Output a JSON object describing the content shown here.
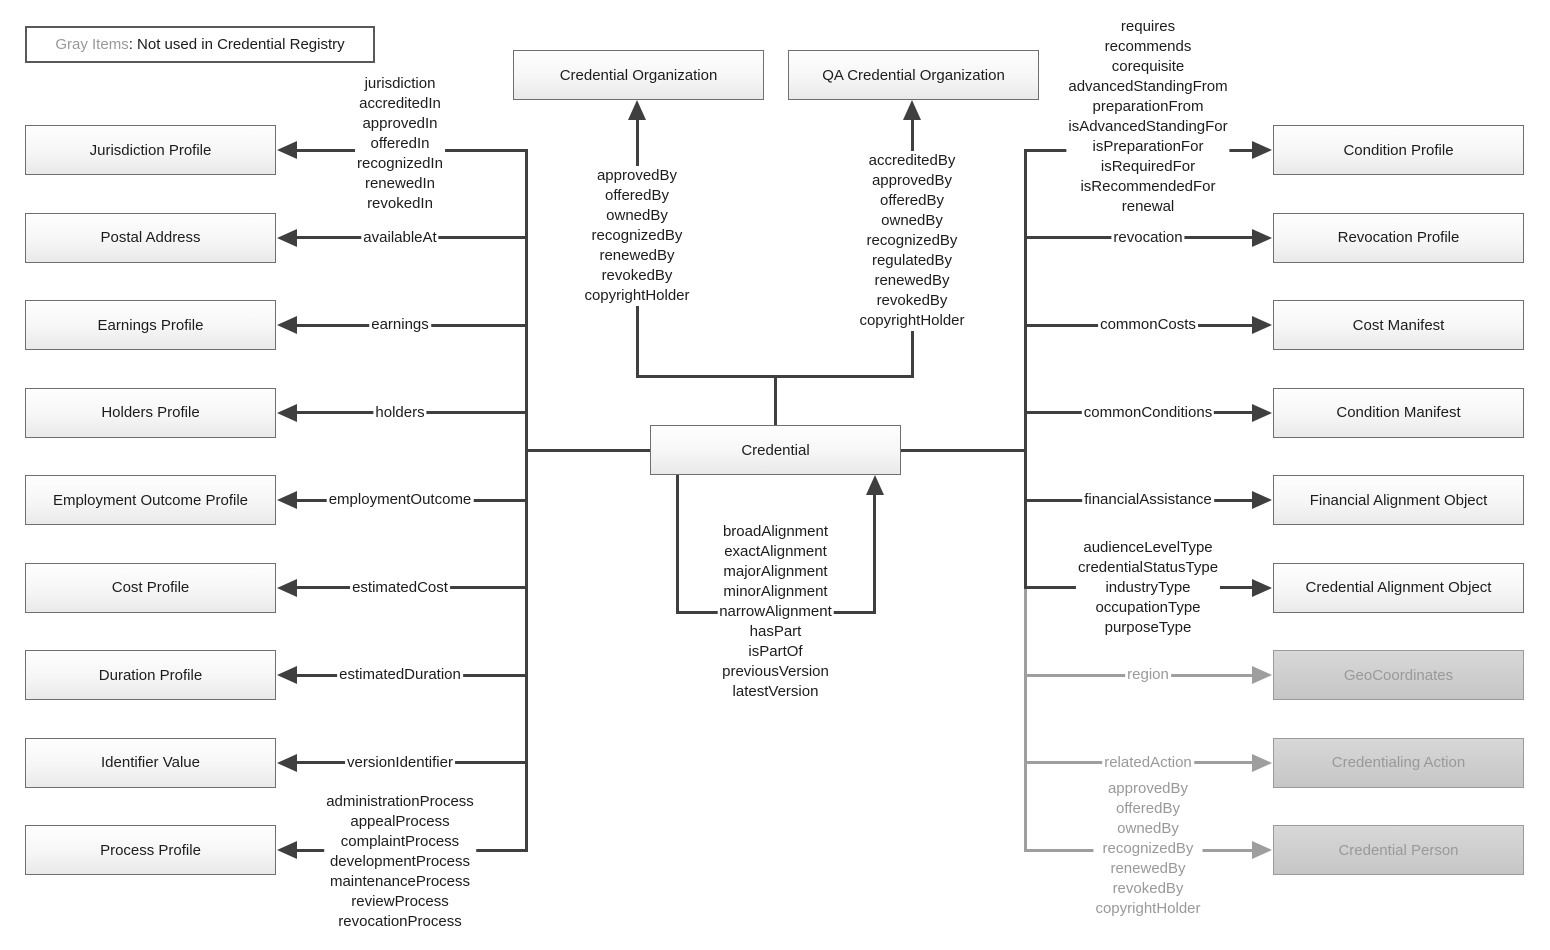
{
  "legend": {
    "gray_part": "Gray Items",
    "black_part": ": Not used in Credential Registry"
  },
  "center": {
    "credential": "Credential"
  },
  "top_links": [
    {
      "box": "Credential Organization",
      "labels": [
        "approvedBy",
        "offeredBy",
        "ownedBy",
        "recognizedBy",
        "renewedBy",
        "revokedBy",
        "copyrightHolder"
      ]
    },
    {
      "box": "QA Credential Organization",
      "labels": [
        "accreditedBy",
        "approvedBy",
        "offeredBy",
        "ownedBy",
        "recognizedBy",
        "regulatedBy",
        "renewedBy",
        "revokedBy",
        "copyrightHolder"
      ]
    }
  ],
  "self_link": {
    "labels": [
      "broadAlignment",
      "exactAlignment",
      "majorAlignment",
      "minorAlignment",
      "narrowAlignment",
      "hasPart",
      "isPartOf",
      "previousVersion",
      "latestVersion"
    ]
  },
  "left_rows": [
    {
      "box": "Jurisdiction Profile",
      "gray": false,
      "labels": [
        "jurisdiction",
        "accreditedIn",
        "approvedIn",
        "offeredIn",
        "recognizedIn",
        "renewedIn",
        "revokedIn"
      ]
    },
    {
      "box": "Postal Address",
      "gray": false,
      "labels": [
        "availableAt"
      ]
    },
    {
      "box": "Earnings Profile",
      "gray": false,
      "labels": [
        "earnings"
      ]
    },
    {
      "box": "Holders Profile",
      "gray": false,
      "labels": [
        "holders"
      ]
    },
    {
      "box": "Employment Outcome Profile",
      "gray": false,
      "labels": [
        "employmentOutcome"
      ]
    },
    {
      "box": "Cost Profile",
      "gray": false,
      "labels": [
        "estimatedCost"
      ]
    },
    {
      "box": "Duration Profile",
      "gray": false,
      "labels": [
        "estimatedDuration"
      ]
    },
    {
      "box": "Identifier Value",
      "gray": false,
      "labels": [
        "versionIdentifier"
      ]
    },
    {
      "box": "Process Profile",
      "gray": false,
      "labels": [
        "administrationProcess",
        "appealProcess",
        "complaintProcess",
        "developmentProcess",
        "maintenanceProcess",
        "reviewProcess",
        "revocationProcess"
      ]
    }
  ],
  "right_rows": [
    {
      "box": "Condition Profile",
      "gray": false,
      "labels": [
        "requires",
        "recommends",
        "corequisite",
        "advancedStandingFrom",
        "preparationFrom",
        "isAdvancedStandingFor",
        "isPreparationFor",
        "isRequiredFor",
        "isRecommendedFor",
        "renewal"
      ]
    },
    {
      "box": "Revocation Profile",
      "gray": false,
      "labels": [
        "revocation"
      ]
    },
    {
      "box": "Cost Manifest",
      "gray": false,
      "labels": [
        "commonCosts"
      ]
    },
    {
      "box": "Condition Manifest",
      "gray": false,
      "labels": [
        "commonConditions"
      ]
    },
    {
      "box": "Financial Alignment Object",
      "gray": false,
      "labels": [
        "financialAssistance"
      ]
    },
    {
      "box": "Credential Alignment Object",
      "gray": false,
      "labels": [
        "audienceLevelType",
        "credentialStatusType",
        "industryType",
        "occupationType",
        "purposeType"
      ]
    },
    {
      "box": "GeoCoordinates",
      "gray": true,
      "labels": [
        "region"
      ]
    },
    {
      "box": "Credentialing Action",
      "gray": true,
      "labels": [
        "relatedAction"
      ]
    },
    {
      "box": "Credential Person",
      "gray": true,
      "labels": [
        "approvedBy",
        "offeredBy",
        "ownedBy",
        "recognizedBy",
        "renewedBy",
        "revokedBy",
        "copyrightHolder"
      ]
    }
  ],
  "colors": {
    "dark_line": "#3f3f3f",
    "gray_line": "#9e9e9e",
    "gray_text": "#999999",
    "box_border": "#6f6f6f",
    "gray_border": "#9b9b9b",
    "text": "#1c1c1c"
  }
}
